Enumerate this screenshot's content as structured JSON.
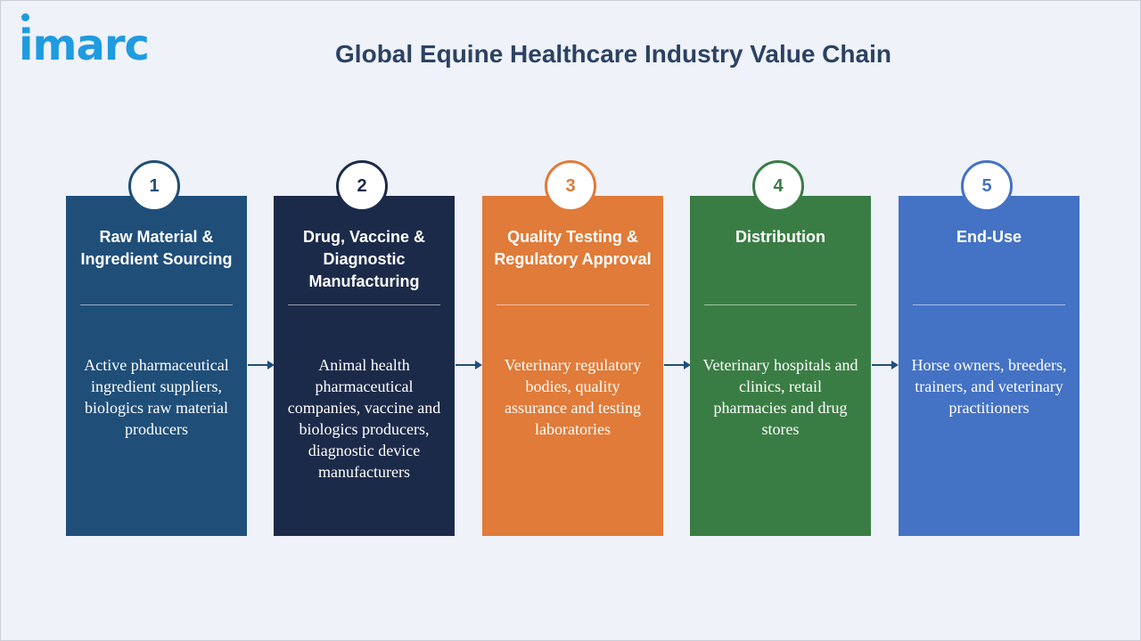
{
  "logo": "imarc",
  "title": "Global Equine Healthcare Industry Value Chain",
  "steps": [
    {
      "number": "1",
      "heading": "Raw Material & Ingredient Sourcing",
      "description": "Active pharmaceutical ingredient suppliers, biologics raw material producers",
      "color": "#1f4e79"
    },
    {
      "number": "2",
      "heading": "Drug, Vaccine & Diagnostic Manufacturing",
      "description": "Animal health pharmaceutical companies, vaccine and biologics producers, diagnostic device manufacturers",
      "color": "#1c2a4a"
    },
    {
      "number": "3",
      "heading": "Quality Testing & Regulatory Approval",
      "description": "Veterinary regulatory bodies, quality assurance and testing laboratories",
      "color": "#e07b39"
    },
    {
      "number": "4",
      "heading": "Distribution",
      "description": "Veterinary hospitals and clinics, retail pharmacies and drug stores",
      "color": "#3a7d44"
    },
    {
      "number": "5",
      "heading": "End-Use",
      "description": "Horse owners, breeders, trainers, and veterinary practitioners",
      "color": "#4472c4"
    }
  ]
}
